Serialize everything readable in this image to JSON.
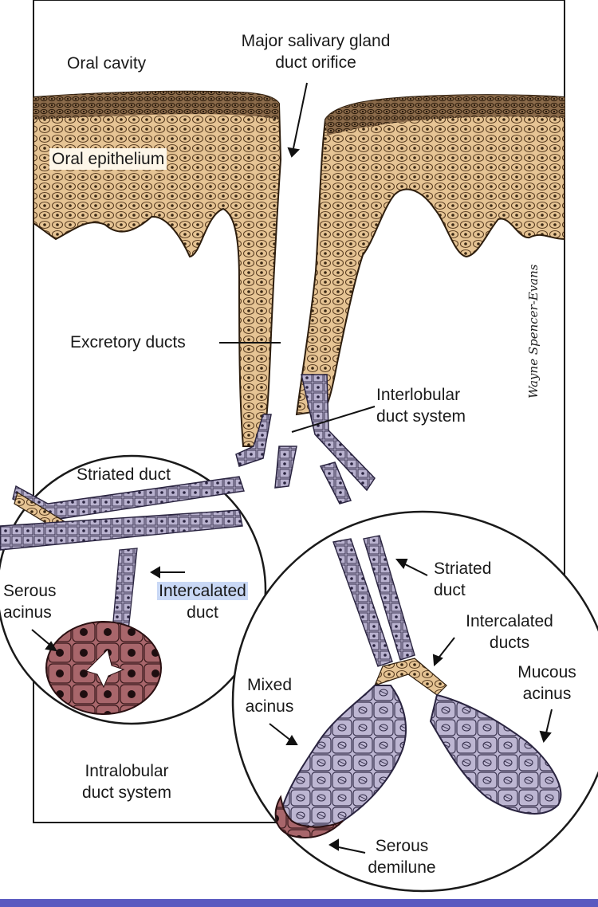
{
  "labels": {
    "oral_cavity": "Oral cavity",
    "orifice_line1": "Major salivary gland",
    "orifice_line2": "duct orifice",
    "oral_epithelium": "Oral epithelium",
    "excretory_ducts": "Excretory ducts",
    "interlobular_line1": "Interlobular",
    "interlobular_line2": "duct system",
    "striated_duct_left": "Striated duct",
    "serous_acinus_line1": "Serous",
    "serous_acinus_line2": "acinus",
    "intercalated_left_line1": "Intercalated",
    "intercalated_left_line2": "duct",
    "intralobular_line1": "Intralobular",
    "intralobular_line2": "duct system",
    "striated_right_line1": "Striated",
    "striated_right_line2": "duct",
    "intercalated_right_line1": "Intercalated",
    "intercalated_right_line2": "ducts",
    "mixed_acinus_line1": "Mixed",
    "mixed_acinus_line2": "acinus",
    "mucous_acinus_line1": "Mucous",
    "mucous_acinus_line2": "acinus",
    "serous_demilune_line1": "Serous",
    "serous_demilune_line2": "demilune"
  },
  "signature": "Wayne Spencer-Evans",
  "colors": {
    "epithelium": "#e9c796",
    "epithelium_dark": "#7a5a3a",
    "duct_purple": "#b7b0cc",
    "serous": "#9c5a60",
    "accent_bar": "#5a5ac0"
  }
}
